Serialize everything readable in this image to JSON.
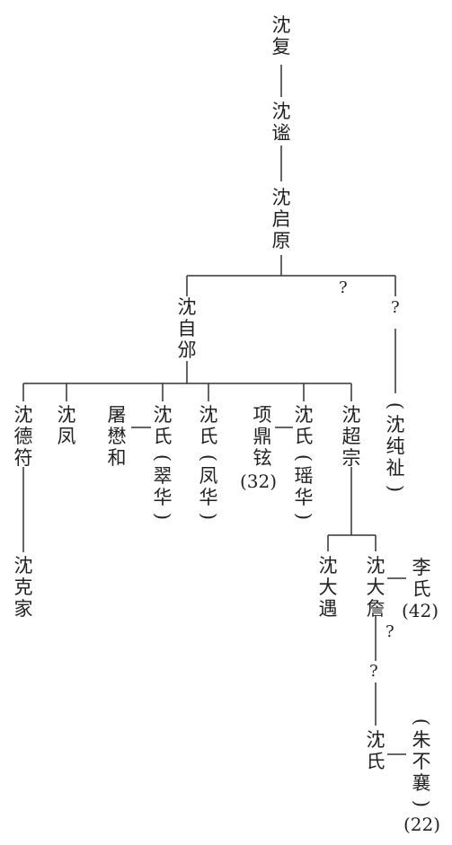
{
  "tree": {
    "shen_fu": "沈复",
    "shen_mi": "沈谧",
    "shen_qiyuan": "沈启原",
    "unknown_1": "?",
    "unknown_2": "?",
    "shen_zibin": "沈自邠",
    "shen_chunzhi": "沈纯祉",
    "shen_defu": "沈德符",
    "shen_feng": "沈凤",
    "tu_maohe": "屠懋和",
    "shen_shi_cuihua": "沈氏",
    "cuihua": "翠华",
    "shen_shi_fenghua": "沈氏",
    "fenghua": "凤华",
    "xiang_dingxuan": "项鼎铉",
    "xiang_age": "(32)",
    "shen_shi_yaohua": "沈氏",
    "yaohua": "瑶华",
    "shen_chaozong": "沈超宗",
    "shen_kejia": "沈克家",
    "shen_dayu": "沈大遇",
    "shen_dazhan": "沈大詹",
    "li_shi": "李氏",
    "li_age": "(42)",
    "unknown_3": "?",
    "unknown_4": "?",
    "shen_shi_last": "沈氏",
    "zhu_buxiang": "朱不襄",
    "last_age": "(22)",
    "paren_open": "(",
    "paren_close": ")"
  }
}
